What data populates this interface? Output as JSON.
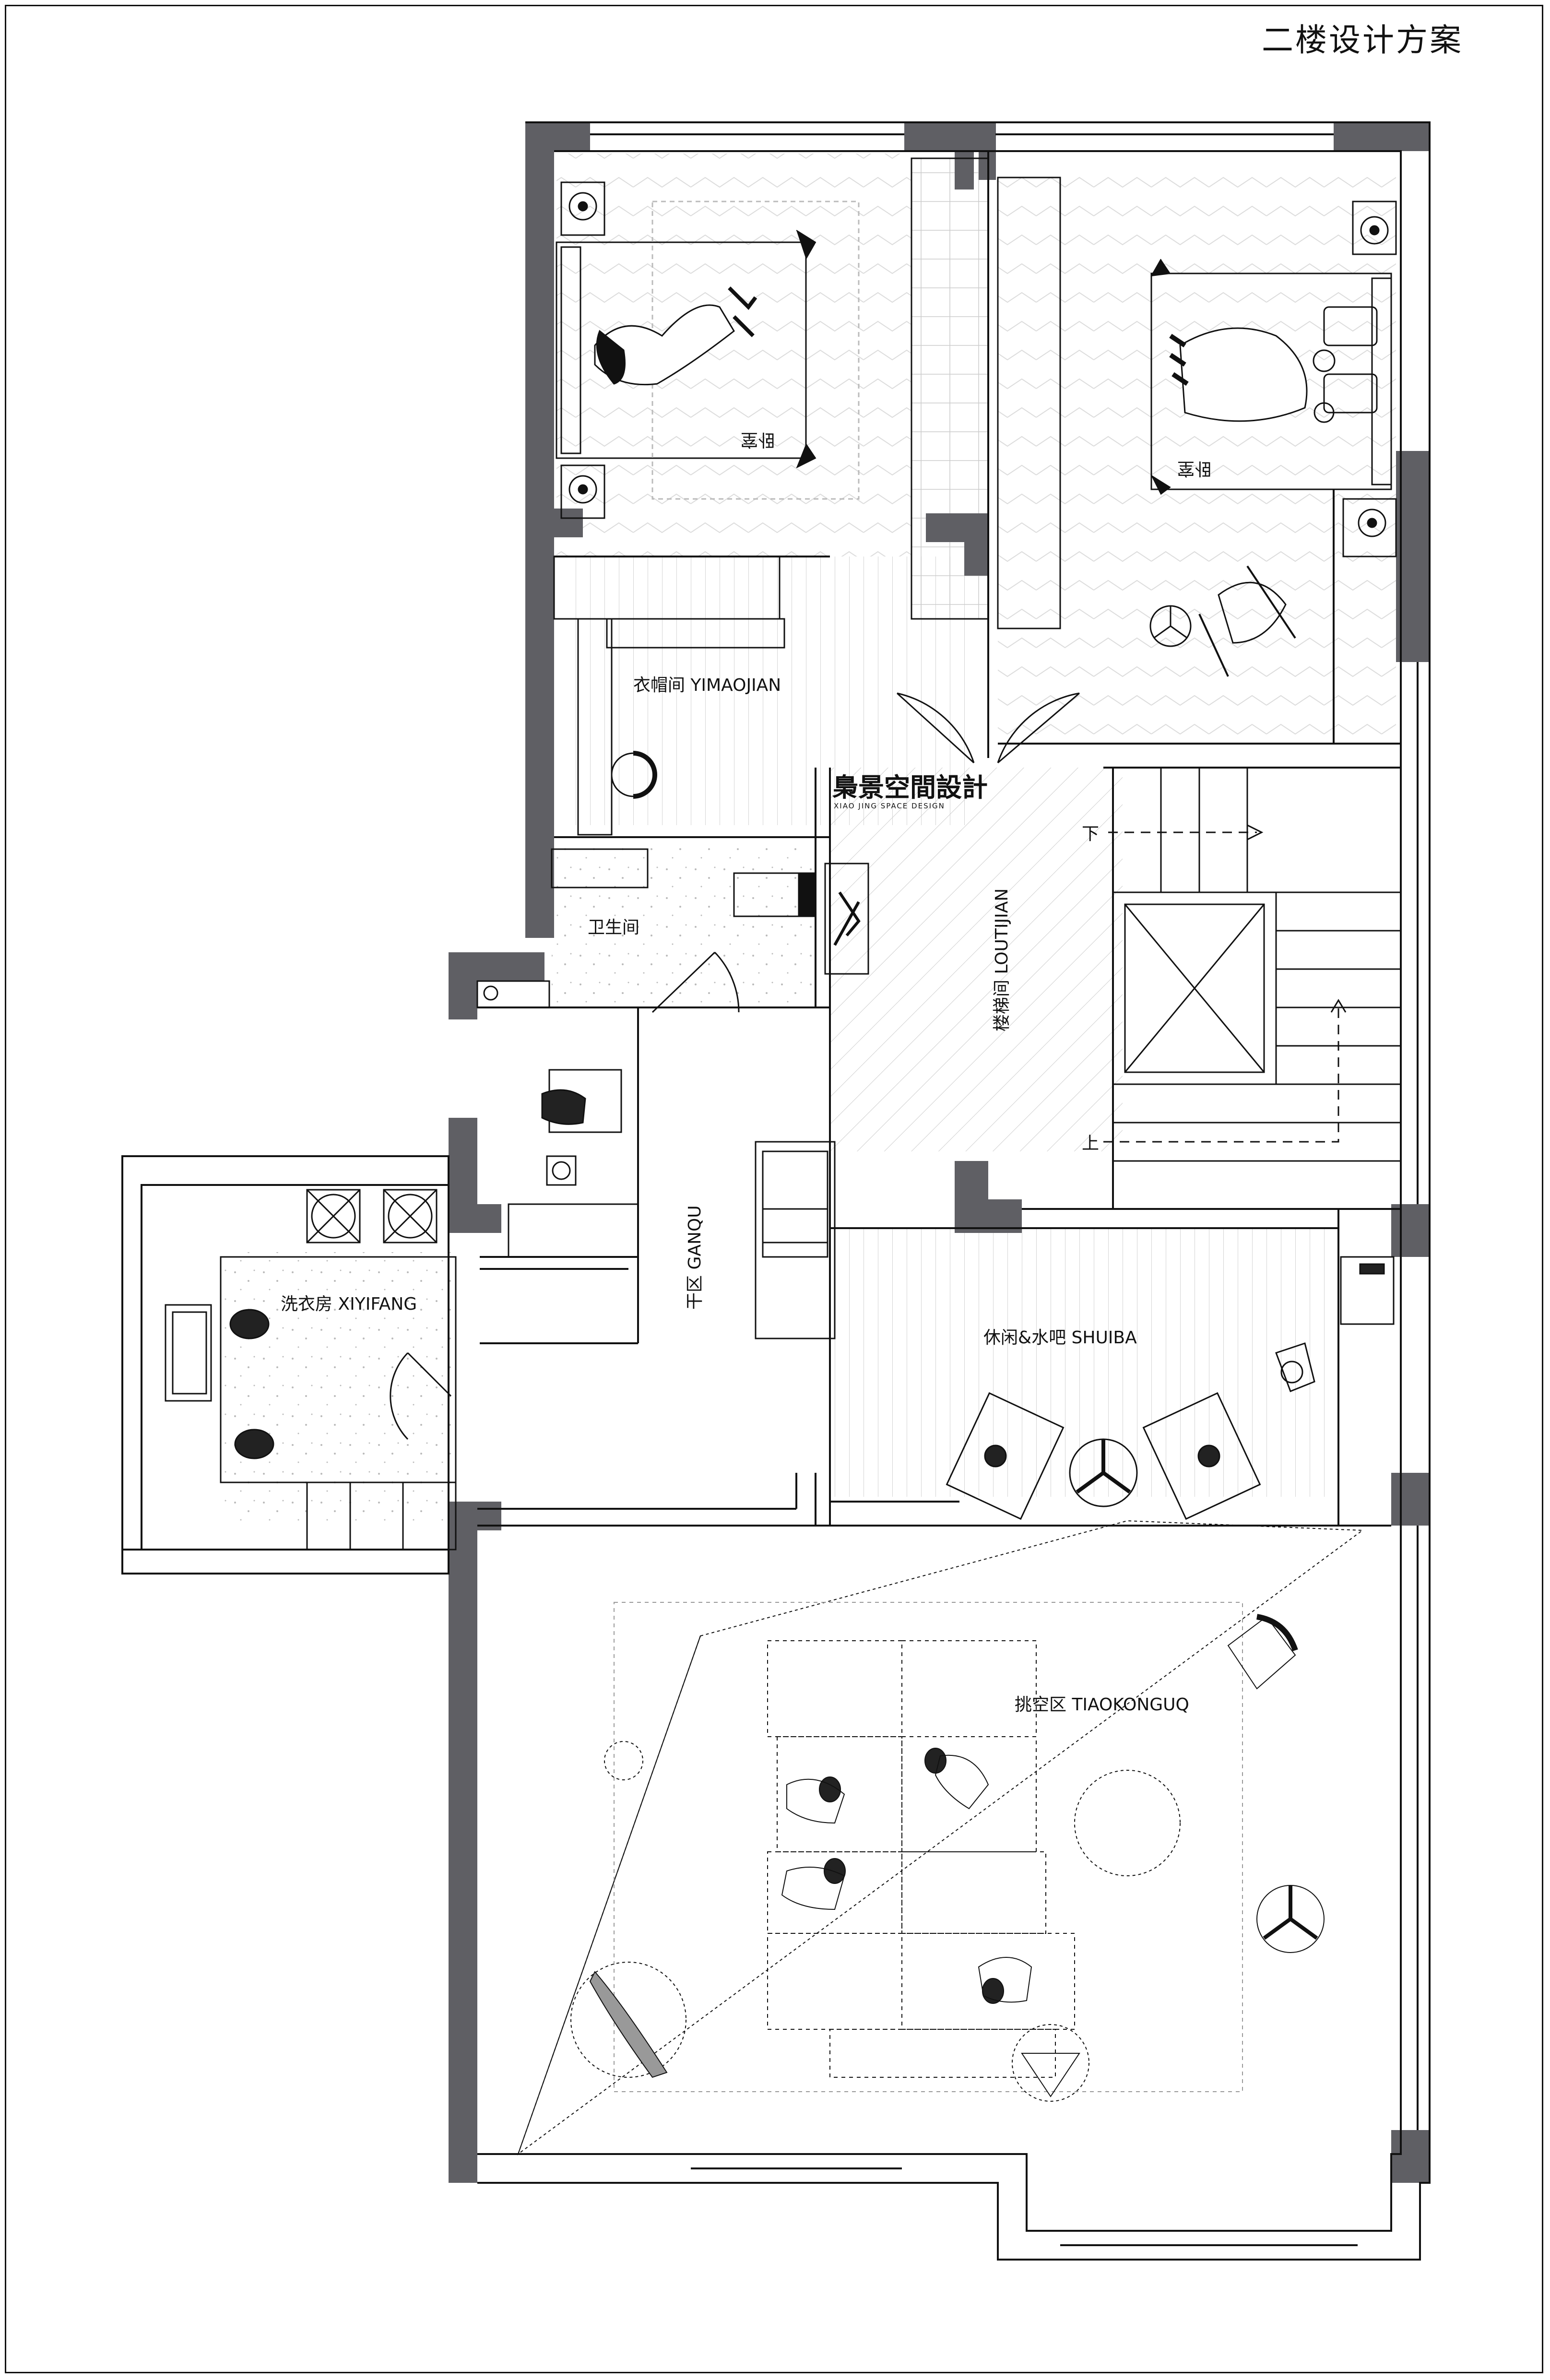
{
  "title": "二楼设计方案",
  "logo": {
    "main": "梟景空間設計",
    "sub": "XIAO JING SPACE DESIGN"
  },
  "rooms": {
    "bedroom_left": "卧室",
    "bedroom_right": "卧室",
    "cloakroom": "衣帽间 YIMAOJIAN",
    "bathroom": "卫生间",
    "stairwell": "楼梯间 LOUTIJIAN",
    "dry_zone": "干区 GANQU",
    "laundry": "洗衣房 XIYIFANG",
    "bar": "休闲&水吧 SHUIBA",
    "void": "挑空区 TIAOKONGUQ"
  },
  "stairs": {
    "down": "下",
    "up": "上"
  },
  "colors": {
    "wall": "#5f5f64",
    "line": "#111111",
    "hatch": "#c8c8c8",
    "furniture": "#222222"
  }
}
